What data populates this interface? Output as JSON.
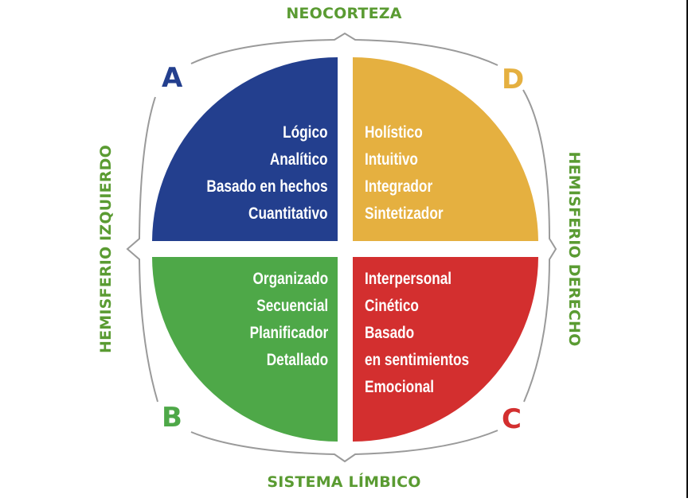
{
  "diagram": {
    "title_top": "NEOCORTEZA",
    "title_bottom": "SISTEMA LÍMBICO",
    "title_left": "HEMISFERIO IZQUIERDO",
    "title_right": "HEMISFERIO DERECHO",
    "colors": {
      "axis_label": "#5a9b32",
      "brace": "#9a9a9a",
      "A": "#233f8e",
      "B": "#4ea848",
      "C": "#d32f2f",
      "D": "#e5b040"
    },
    "quadrants": [
      {
        "id": "A",
        "letter": "A",
        "position": "top-left",
        "color": "#233f8e",
        "traits": [
          "Lógico",
          "Analítico",
          "Basado en hechos",
          "Cuantitativo"
        ]
      },
      {
        "id": "D",
        "letter": "D",
        "position": "top-right",
        "color": "#e5b040",
        "traits": [
          "Holístico",
          "Intuitivo",
          "Integrador",
          "Sintetizador"
        ]
      },
      {
        "id": "B",
        "letter": "B",
        "position": "bottom-left",
        "color": "#4ea848",
        "traits": [
          "Organizado",
          "Secuencial",
          "Planificador",
          "Detallado"
        ]
      },
      {
        "id": "C",
        "letter": "C",
        "position": "bottom-right",
        "color": "#d32f2f",
        "traits": [
          "Interpersonal",
          "Cinético",
          "Basado",
          "en sentimientos",
          "Emocional"
        ]
      }
    ]
  }
}
